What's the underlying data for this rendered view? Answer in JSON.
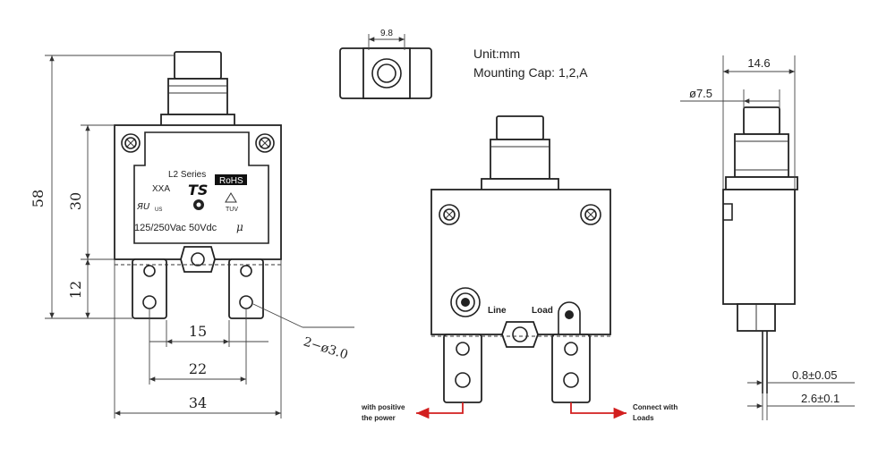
{
  "notes": {
    "unit": "Unit:mm",
    "mounting_cap": "Mounting Cap: 1,2,A"
  },
  "front_view": {
    "series": "L2 Series",
    "model": "XXA",
    "rohs": "RoHS",
    "ul_mark": "US",
    "tuv": "TUV",
    "rating": "125/250Vac 50Vdc",
    "rating_symbol": "μ",
    "dims": {
      "height_total": "58",
      "height_body": "30",
      "height_terminal": "12",
      "pitch_15": "15",
      "pitch_22": "22",
      "width_34": "34",
      "holes": "2−ø3.0"
    }
  },
  "top_view": {
    "dim_width": "9.8"
  },
  "wiring_view": {
    "line_label": "Line",
    "load_label": "Load",
    "left_note_1": "with positive",
    "left_note_2": "the power",
    "right_note_1": "Connect with",
    "right_note_2": "Loads"
  },
  "side_view": {
    "width": "14.6",
    "diameter": "ø7.5",
    "thickness_1": "0.8±0.05",
    "thickness_2": "2.6±0.1"
  },
  "colors": {
    "arrow": "#d21f1f",
    "line": "#222222"
  }
}
